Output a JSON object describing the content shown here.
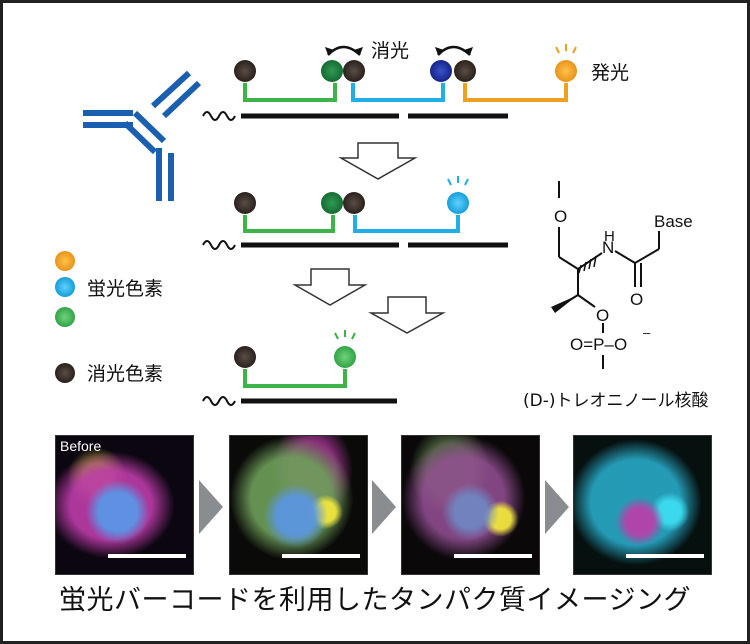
{
  "labels": {
    "quench": "消光",
    "emission": "発光",
    "fluorescent_dye": "蛍光色素",
    "quencher_dye": "消光色素",
    "nucleic_acid": "(D-)トレオニノール核酸",
    "base": "Base",
    "o_top": "O",
    "nh": "N",
    "h": "H",
    "o_carbonyl": "O",
    "o_ester": "O",
    "phosphate": "O=P–O",
    "o_minus": "–",
    "o_bottom_dash": "|"
  },
  "panels": [
    {
      "label": "Before"
    },
    {
      "label": ""
    },
    {
      "label": ""
    },
    {
      "label": ""
    }
  ],
  "caption": "蛍光バーコードを利用したタンパク質イメージング",
  "colors": {
    "orange": "#f0a020",
    "blue": "#20aee6",
    "green": "#3cb44a",
    "dark_green": "#1a7a3a",
    "navy": "#1c2f9a",
    "quencher": "#3a2f2a",
    "antibody": "#1a5fb0"
  }
}
